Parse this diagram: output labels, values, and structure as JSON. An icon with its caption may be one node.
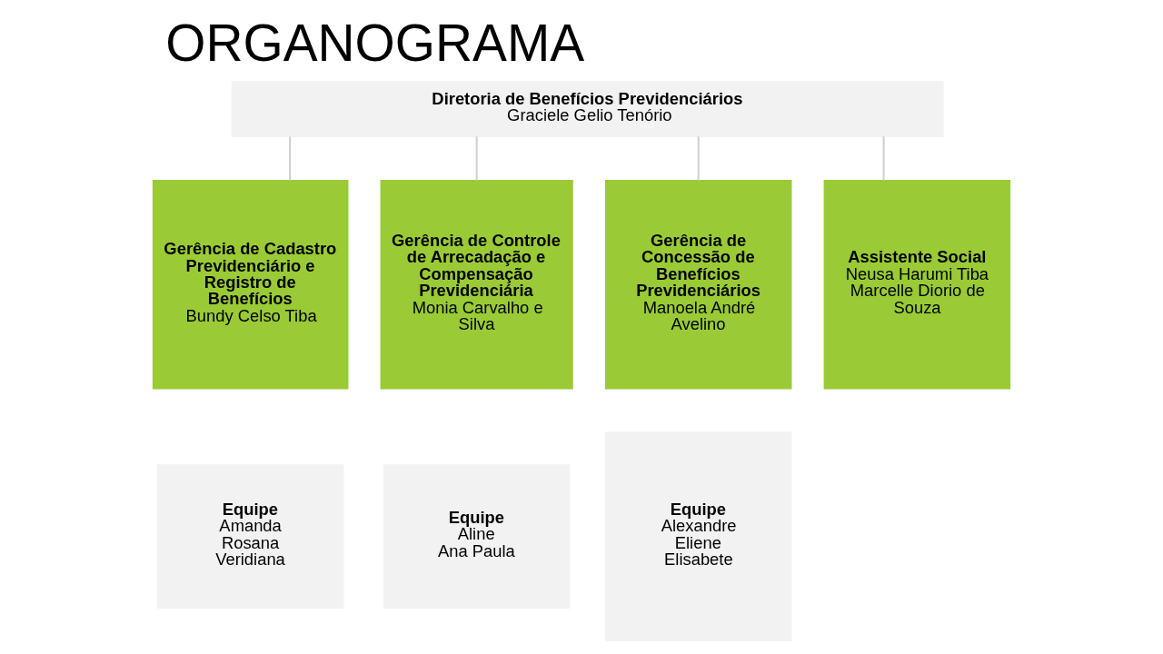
{
  "diagram": {
    "title": "ORGANOGRAMA",
    "nodes": [
      {
        "text": [
          "Diretoria de Benefícios Previdenciários",
          "Graciele Gelio Tenório"
        ]
      },
      {
        "text": [
          "Gerência de Cadastro Previdenciário e Registro de Benefícios",
          "Bundy Celso Tiba"
        ]
      },
      {
        "text": [
          "Gerência de Controle de Arrecadação e Compensação Previdenciária",
          "Monia Carvalho e Silva"
        ]
      },
      {
        "text": [
          "Gerência de Concessão de Benefícios Previdenciários",
          "Manoela André Avelino"
        ]
      },
      {
        "text": [
          "Assistente Social",
          "Neusa Harumi Tiba",
          "Marcelle Diorio de Souza"
        ]
      },
      {
        "text": [
          "Equipe",
          "Amanda",
          "Rosana",
          "Veridiana"
        ]
      },
      {
        "text": [
          "Equipe",
          "Aline",
          "Ana Paula"
        ]
      },
      {
        "text": [
          "Equipe",
          "Alexandre",
          "Eliene",
          "Elisabete"
        ]
      }
    ],
    "edges": [
      {
        "from": 0,
        "to": 1,
        "arrow": "none"
      },
      {
        "from": 0,
        "to": 2,
        "arrow": "none"
      },
      {
        "from": 0,
        "to": 3,
        "arrow": "none"
      },
      {
        "from": 0,
        "to": 4,
        "arrow": "none"
      }
    ]
  }
}
